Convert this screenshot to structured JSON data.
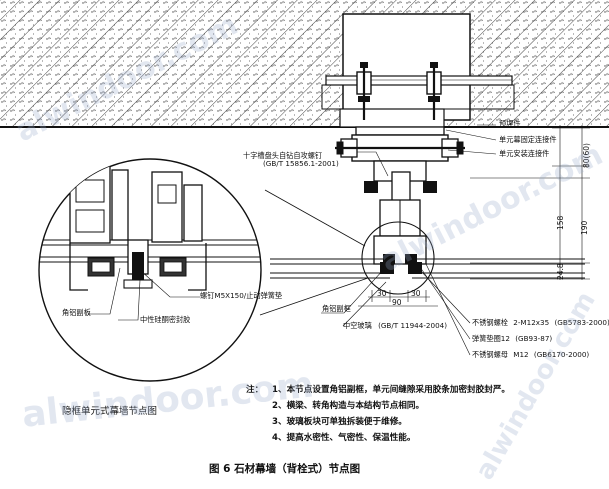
{
  "labels": {
    "screw": [
      "十字槽盘头自钻自攻螺钉",
      "(GB/T 15856.1-2001)"
    ],
    "embed": "预埋件",
    "unit_fixing": "单元幕固定连接件",
    "unit_connector": "单元安装连接件",
    "angle_frame": "角铝副框",
    "insulated_glass": [
      "中空玻璃",
      "(GB/T 11944-2004)"
    ],
    "bolt": [
      "不锈钢螺栓",
      "2-M12x35",
      "(GB5783-2000)"
    ],
    "spring_washer": [
      "弹簧垫圈12",
      "(GB93-87)"
    ],
    "nut": [
      "不锈钢螺母",
      "M12",
      "(GB6170-2000)"
    ],
    "detail_angle": "角铝副板",
    "detail_screw": "螺钉M5X150/止动弹簧垫",
    "detail_sealant": "中性硅酮密封胶"
  },
  "dimensions": {
    "d80": "80(60)",
    "d158": "158",
    "d190": "190",
    "d24_8": "24.8",
    "d30a": "30",
    "d30b": "30",
    "d90": "90"
  },
  "notes": {
    "head": "注：",
    "items": [
      "1、本节点设置角铝副框，单元间缝隙采用胶条加密封胶封严。",
      "2、横梁、转角构造与本结构节点相同。",
      "3、玻璃板块可单独拆装便于维修。",
      "4、提高水密性、气密性、保温性能。"
    ]
  },
  "detail_caption": "隐框单元式幕墙节点图",
  "figure_caption": "图 6    石材幕墙（背栓式）节点图",
  "watermarks": [
    "alwindoor.com",
    "alwindoor.com",
    "alwindoor.com",
    "alwindoor.com"
  ]
}
